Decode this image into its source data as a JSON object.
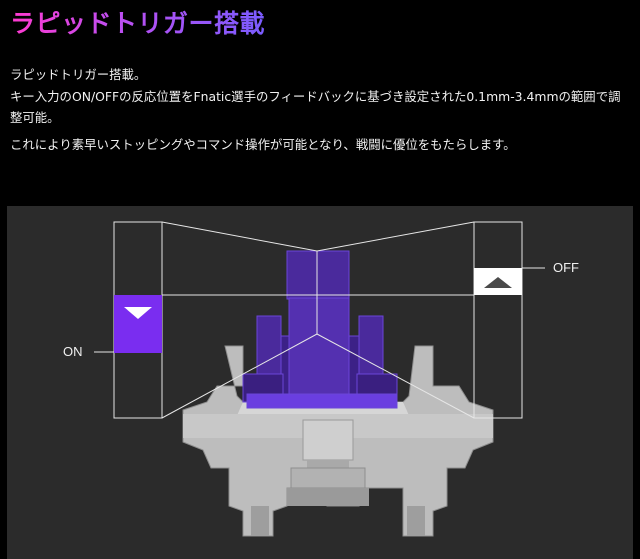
{
  "header": {
    "title": "ラピッドトリガー搭載"
  },
  "description": {
    "line1": "ラピッドトリガー搭載。",
    "line2": "キー入力のON/OFFの反応位置をFnatic選手のフィードバックに基づき設定された0.1mm-3.4mmの範囲で調整可能。",
    "line3": "これにより素早いストッピングやコマンド操作が可能となり、戦闘に優位をもたらします。"
  },
  "diagram": {
    "on_label": "ON",
    "off_label": "OFF",
    "colors": {
      "background": "#2b2b2b",
      "stem_purple": "#4a2a9c",
      "on_indicator": "#7a2df0",
      "housing": "#bcbcbc"
    },
    "icons": {
      "on_marker": "triangle-down-icon",
      "off_marker": "triangle-up-icon"
    }
  }
}
